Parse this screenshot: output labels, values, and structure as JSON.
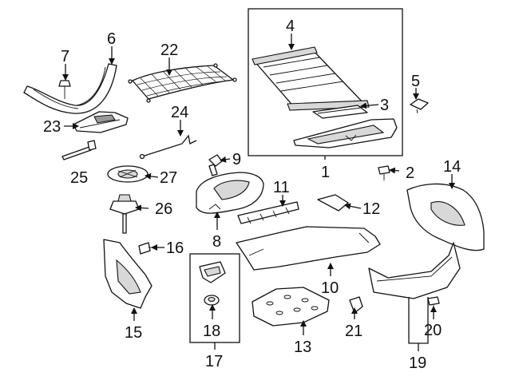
{
  "diagram": {
    "callouts": [
      {
        "id": "c1",
        "label": "1"
      },
      {
        "id": "c2",
        "label": "2"
      },
      {
        "id": "c3",
        "label": "3"
      },
      {
        "id": "c4",
        "label": "4"
      },
      {
        "id": "c5",
        "label": "5"
      },
      {
        "id": "c6",
        "label": "6"
      },
      {
        "id": "c7",
        "label": "7"
      },
      {
        "id": "c8",
        "label": "8"
      },
      {
        "id": "c9",
        "label": "9"
      },
      {
        "id": "c10",
        "label": "10"
      },
      {
        "id": "c11",
        "label": "11"
      },
      {
        "id": "c12",
        "label": "12"
      },
      {
        "id": "c13",
        "label": "13"
      },
      {
        "id": "c14",
        "label": "14"
      },
      {
        "id": "c15",
        "label": "15"
      },
      {
        "id": "c16",
        "label": "16"
      },
      {
        "id": "c17",
        "label": "17"
      },
      {
        "id": "c18",
        "label": "18"
      },
      {
        "id": "c19",
        "label": "19"
      },
      {
        "id": "c20",
        "label": "20"
      },
      {
        "id": "c21",
        "label": "21"
      },
      {
        "id": "c22",
        "label": "22"
      },
      {
        "id": "c23",
        "label": "23"
      },
      {
        "id": "c24",
        "label": "24"
      },
      {
        "id": "c25",
        "label": "25"
      },
      {
        "id": "c26",
        "label": "26"
      },
      {
        "id": "c27",
        "label": "27"
      }
    ],
    "colors": {
      "line": "#111111",
      "fill": "#ffffff",
      "shade": "#d8d8d8"
    }
  }
}
